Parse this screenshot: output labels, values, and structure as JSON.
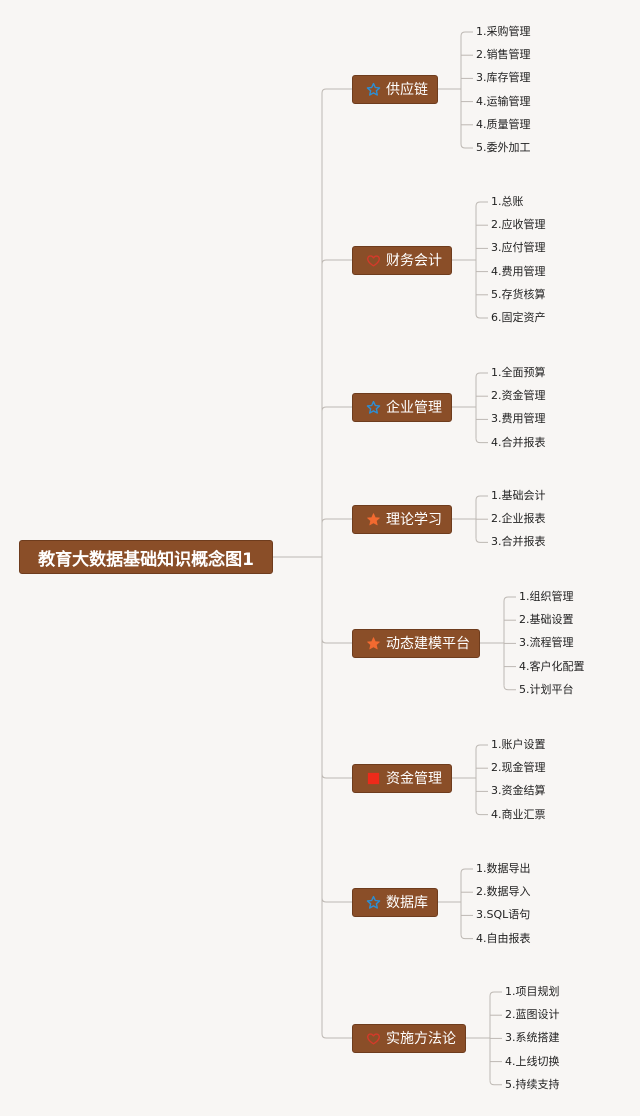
{
  "root": {
    "label": "教育大数据基础知识概念图1"
  },
  "branches": [
    {
      "label": "供应链",
      "icon": "star-outline-icon",
      "icon_color": "#2b8fd6",
      "items": [
        "1.采购管理",
        "2.销售管理",
        "3.库存管理",
        "4.运输管理",
        "4.质量管理",
        "5.委外加工"
      ]
    },
    {
      "label": "财务会计",
      "icon": "heart-outline-icon",
      "icon_color": "#d43a2a",
      "items": [
        "1.总账",
        "2.应收管理",
        "3.应付管理",
        "4.费用管理",
        "5.存货核算",
        "6.固定资产"
      ]
    },
    {
      "label": "企业管理",
      "icon": "star-outline-icon",
      "icon_color": "#2b8fd6",
      "items": [
        "1.全面预算",
        "2.资金管理",
        "3.费用管理",
        "4.合并报表"
      ]
    },
    {
      "label": "理论学习",
      "icon": "star-filled-icon",
      "icon_color": "#f26a30",
      "items": [
        "1.基础会计",
        "2.企业报表",
        "3.合并报表"
      ]
    },
    {
      "label": "动态建模平台",
      "icon": "star-filled-icon",
      "icon_color": "#f26a30",
      "items": [
        "1.组织管理",
        "2.基础设置",
        "3.流程管理",
        "4.客户化配置",
        "5.计划平台"
      ]
    },
    {
      "label": "资金管理",
      "icon": "square-filled-icon",
      "icon_color": "#ee2a1a",
      "items": [
        "1.账户设置",
        "2.现金管理",
        "3.资金结算",
        "4.商业汇票"
      ]
    },
    {
      "label": "数据库",
      "icon": "star-outline-icon",
      "icon_color": "#2b8fd6",
      "items": [
        "1.数据导出",
        "2.数据导入",
        "3.SQL语句",
        "4.自由报表"
      ]
    },
    {
      "label": "实施方法论",
      "icon": "heart-outline-icon",
      "icon_color": "#d43a2a",
      "items": [
        "1.项目规划",
        "2.蓝图设计",
        "3.系统搭建",
        "4.上线切换",
        "5.持续支持"
      ]
    }
  ]
}
